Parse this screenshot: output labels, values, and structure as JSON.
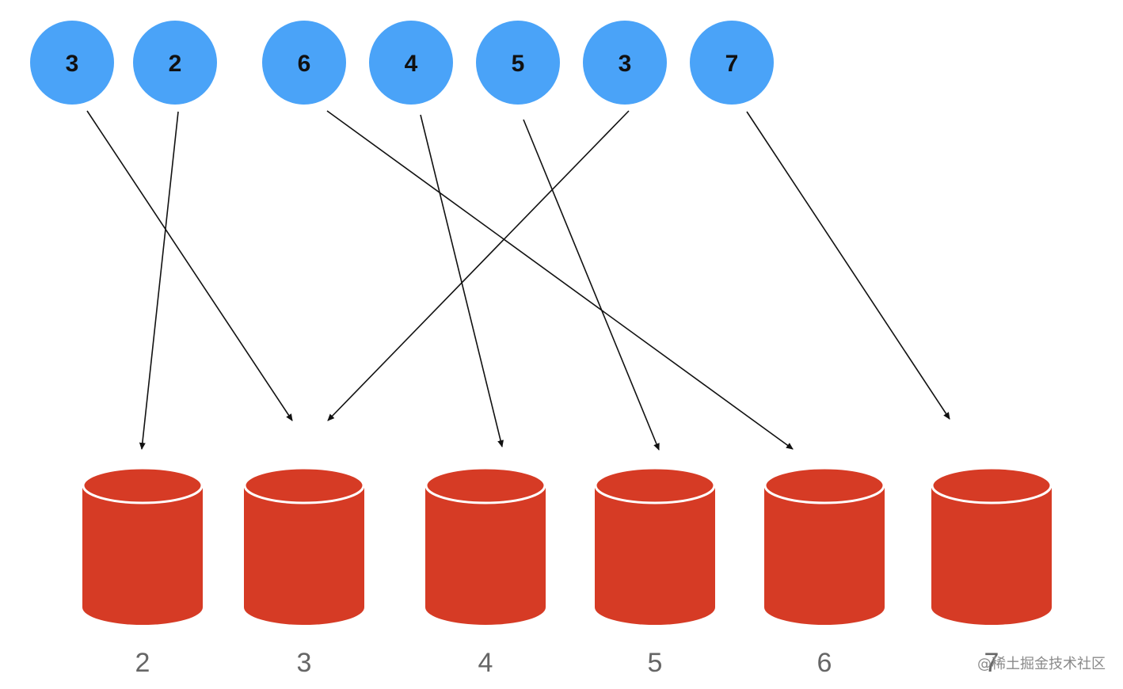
{
  "diagram": {
    "colors": {
      "node_fill": "#4aa3f8",
      "db_fill": "#d63b25",
      "db_rim": "#ffffff",
      "arrow": "#111111",
      "db_label": "#666666"
    },
    "nodes": [
      {
        "id": "n1",
        "label": "3"
      },
      {
        "id": "n2",
        "label": "2"
      },
      {
        "id": "n3",
        "label": "6"
      },
      {
        "id": "n4",
        "label": "4"
      },
      {
        "id": "n5",
        "label": "5"
      },
      {
        "id": "n6",
        "label": "3"
      },
      {
        "id": "n7",
        "label": "7"
      }
    ],
    "databases": [
      {
        "id": "d2",
        "label": "2"
      },
      {
        "id": "d3",
        "label": "3"
      },
      {
        "id": "d4",
        "label": "4"
      },
      {
        "id": "d5",
        "label": "5"
      },
      {
        "id": "d6",
        "label": "6"
      },
      {
        "id": "d7",
        "label": "7"
      }
    ],
    "edges": [
      {
        "from": "n1",
        "to": "d3"
      },
      {
        "from": "n2",
        "to": "d2"
      },
      {
        "from": "n3",
        "to": "d6"
      },
      {
        "from": "n4",
        "to": "d4"
      },
      {
        "from": "n5",
        "to": "d5"
      },
      {
        "from": "n6",
        "to": "d3"
      },
      {
        "from": "n7",
        "to": "d7"
      }
    ]
  },
  "watermark": "@稀土掘金技术社区"
}
